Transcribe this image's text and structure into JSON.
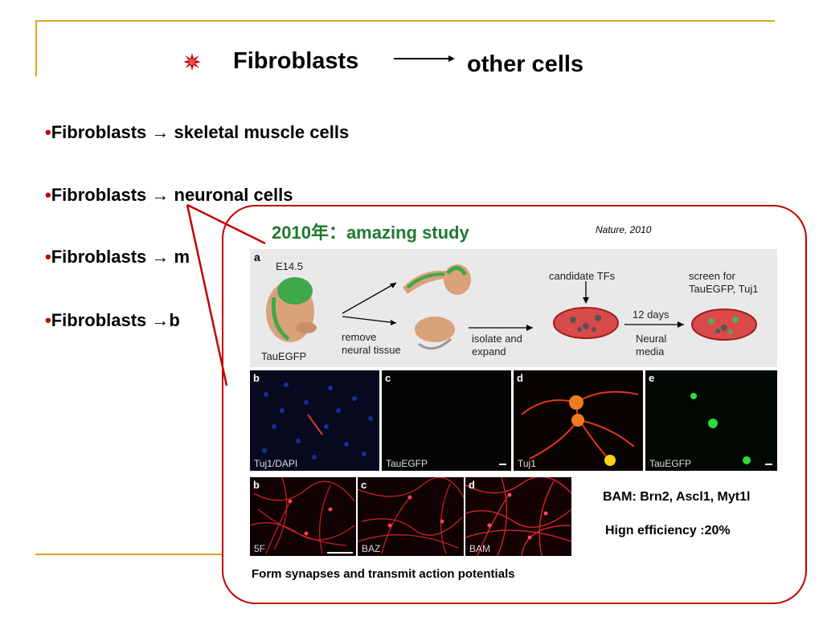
{
  "header": {
    "from_label": "Fibroblasts",
    "to_label": "other cells",
    "star_icon": "red-starburst-icon",
    "accent_color": "#c00000",
    "frame_color": "#d9a521"
  },
  "bullets": [
    {
      "marker": "•",
      "text": "Fibroblasts → skeletal muscle cells"
    },
    {
      "marker": "•",
      "text": "Fibroblasts → neuronal cells"
    },
    {
      "marker": "•",
      "text": "Fibroblasts → m"
    },
    {
      "marker": "•",
      "text": "Fibroblasts →b"
    }
  ],
  "popup": {
    "heading": "2010年：amazing study",
    "citation": "Nature, 2010",
    "panel_a": {
      "tag": "a",
      "stage": "E14.5",
      "reporter": "TauEGFP",
      "remove_label": "remove\nneural tissue",
      "isolate_label": "isolate and\nexpand",
      "tfs_label": "candidate TFs",
      "days_label": "12 days",
      "media_label": "Neural\nmedia",
      "screen_label": "screen for\nTauEGFP, Tuj1"
    },
    "row1": [
      {
        "tag": "b",
        "caption": "Tuj1/DAPI"
      },
      {
        "tag": "c",
        "caption": "TauEGFP"
      },
      {
        "tag": "d",
        "caption": "Tuj1"
      },
      {
        "tag": "e",
        "caption": "TauEGFP"
      }
    ],
    "row2": [
      {
        "tag": "b",
        "caption": "5F"
      },
      {
        "tag": "c",
        "caption": "BAZ"
      },
      {
        "tag": "d",
        "caption": "BAM"
      }
    ],
    "bam_note": "BAM: Brn2, Ascl1, Myt1l",
    "efficiency_note": "Hign efficiency :20%",
    "footer": "Form synapses and transmit action potentials"
  }
}
